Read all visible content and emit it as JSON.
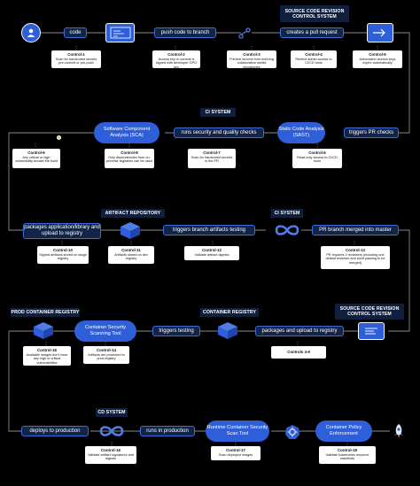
{
  "systems": {
    "scm_top": "SOURCE CODE REVISION CONTROL SYSTEM",
    "ci_top": "CI SYSTEM",
    "artifact_repo": "ARTIFACT REPOSITORY",
    "ci_mid": "CI SYSTEM",
    "prod_registry": "PROD CONTAINER REGISTRY",
    "container_registry": "CONTAINER REGISTRY",
    "scm_mid": "SOURCE CODE REVISION CONTROL SYSTEM",
    "cd_system": "CD SYSTEM"
  },
  "steps": {
    "code": "code",
    "push": "push code to branch",
    "pull_request": "creates a pull request",
    "pr_checks": "triggers PR checks",
    "sec_quality": "runs security and quality checks",
    "package_upload": "packages application/library and upload to registry",
    "branch_artifacts": "triggers branch artifacts testing",
    "pr_merged": "PR branch merged into master",
    "pkg_registry": "packages and upload to registry",
    "trig_testing": "triggers testing",
    "deploy": "deploys to production",
    "runs_prod": "runs in production"
  },
  "tools": {
    "sca": "Software Component Analysis (SCA)",
    "sast": "Static Code Analysis (SAST)",
    "container_scan": "Container Security Scanning Tool",
    "runtime_scan": "Runtime Container Security Scan Tool",
    "policy": "Container Policy Enforcement"
  },
  "controls": [
    {
      "id": "Control-1",
      "text": "Scan for hardcoded secrets pre-commit or pre-push"
    },
    {
      "id": "Control-2",
      "text": "Access key or commit is signed with developer GPG key"
    },
    {
      "id": "Control-3",
      "text": "Prevent secrets from entering collaborative media repositories"
    },
    {
      "id": "Control-4",
      "text": "Restrict admin access to CI/CD tools"
    },
    {
      "id": "Control-5",
      "text": "Automation access keys expire automatically"
    },
    {
      "id": "Control-6",
      "text": "Read-only access to CI/CD tools"
    },
    {
      "id": "Control-7",
      "text": "Scan for hardcoded secrets in the PR"
    },
    {
      "id": "Control-8",
      "text": "Only dependencies from on-premise registries can be used"
    },
    {
      "id": "Control-9",
      "text": "Any critical or high vulnerability breaks the build"
    },
    {
      "id": "Control-10",
      "text": "Signed artifacts stored on stage registry"
    },
    {
      "id": "Control-11",
      "text": "Artifacts stored on dev registry"
    },
    {
      "id": "Control-12",
      "text": "Validate artifact digests"
    },
    {
      "id": "Control-13",
      "text": "PR requires 2 reviewers (including one default reviewer and build passing to be merged)"
    },
    {
      "id": "Control-14",
      "text": "Artifacts are promoted to prod registry"
    },
    {
      "id": "Control-15",
      "text": "Available images don't have any high or critical vulnerabilities"
    },
    {
      "id": "Control-16",
      "text": "Validate artifact signatures and digests"
    },
    {
      "id": "Control-17",
      "text": "Scan deployed images"
    },
    {
      "id": "Control-18",
      "text": "Validate kubernetes resource manifests"
    }
  ],
  "controls_4_9": "Controls 4-9",
  "colors": {
    "accent": "#2f5fd8",
    "pill_border": "#3f6bd6",
    "system_bg": "#0f1f3d",
    "lines": "#8a8a8a",
    "ok_dot": "#9be37a"
  },
  "icons": [
    "user-icon",
    "code-editor-icon",
    "git-branch-icon",
    "pull-request-icon",
    "package-icon",
    "infinity-icon",
    "kubernetes-icon",
    "rocket-icon",
    "warning-icon"
  ]
}
